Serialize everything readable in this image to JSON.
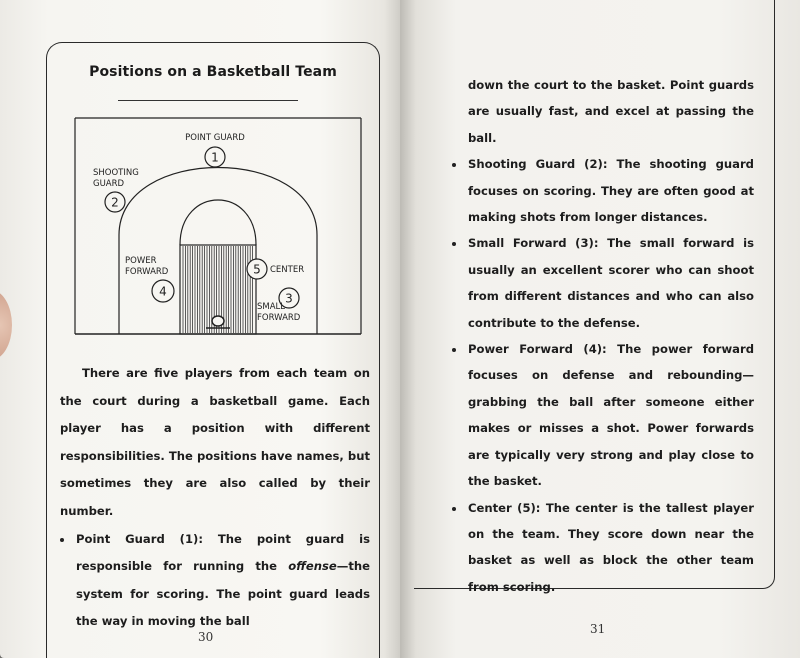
{
  "left_page": {
    "title": "Positions on a Basketball Team",
    "diagram": {
      "labels": {
        "point_guard": "POINT GUARD",
        "shooting_guard_1": "SHOOTING",
        "shooting_guard_2": "GUARD",
        "power_forward_1": "POWER",
        "power_forward_2": "FORWARD",
        "center": "CENTER",
        "small_forward_1": "SMALL",
        "small_forward_2": "FORWARD"
      },
      "numbers": [
        "1",
        "2",
        "3",
        "4",
        "5"
      ]
    },
    "paragraph": "There are five players from each team on the court during a basketball game. Each player has a position with different responsibilities. The positions have names, but sometimes they are also called by their number.",
    "bullet_point_guard": {
      "head": "Point Guard (1): The point guard is responsible for running the ",
      "em": "offense",
      "tail": "—the system for scoring. The point guard leads the way in moving the ball"
    },
    "page_number": "30"
  },
  "right_page": {
    "continuation": "down the court to the basket. Point guards are usually fast, and excel at passing the ball.",
    "bullets": [
      "Shooting Guard (2): The shooting guard focuses on scoring. They are often good at making shots from longer distances.",
      "Small Forward (3): The small forward is usually an excellent scorer who can shoot from different distances and who can also contribute to the defense.",
      "Power Forward (4): The power forward focuses on defense and rebounding—grabbing the ball after someone either makes or misses a shot. Power forwards are typically very strong and play close to the basket.",
      "Center (5): The center is the tallest player on the team. They score down near the basket as well as block the other team from scoring."
    ],
    "page_number": "31"
  }
}
